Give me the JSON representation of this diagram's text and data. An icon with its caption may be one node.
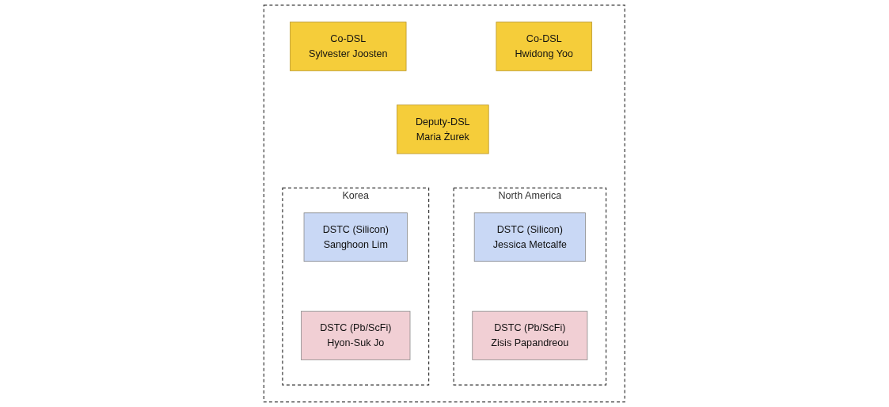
{
  "diagram": {
    "nodes": [
      {
        "text": [],
        "shape": "box"
      },
      {
        "text": [
          "Co-DSL",
          "Sylvester Joosten"
        ],
        "in": 0
      },
      {
        "text": [
          "Co-DSL",
          "Hwidong Yoo"
        ],
        "in": 0
      },
      {
        "text": [
          "Deputy-DSL",
          "Maria Żurek"
        ],
        "in": 0
      },
      {
        "text": [
          "North America"
        ],
        "in": 0
      },
      {
        "text": [
          "DSTC (Silicon)",
          "Jessica Metcalfe"
        ],
        "in": 4
      },
      {
        "text": [
          "DSTC (Pb/ScFi)",
          "Zisis Papandreou"
        ],
        "in": 4
      },
      {
        "text": [
          "Korea"
        ],
        "in": 0
      },
      {
        "text": [
          "DSTC (Silicon)",
          "Sanghoon Lim"
        ],
        "in": 7
      },
      {
        "text": [
          "DSTC (Pb/ScFi)",
          "Hyon-Suk Jo"
        ],
        "in": 7
      }
    ]
  }
}
